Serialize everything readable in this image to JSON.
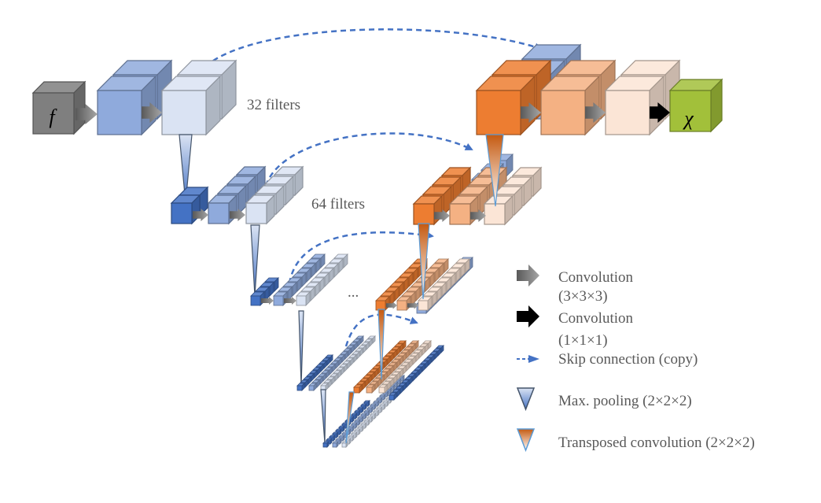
{
  "title": "3D U-Net architecture diagram",
  "colors": {
    "input": "#7f7f7f",
    "enc_dark": "#4472c4",
    "enc_mid": "#8faadc",
    "enc_light": "#dae3f3",
    "dec_dark": "#ed7d31",
    "dec_mid": "#f4b183",
    "dec_light": "#fbe5d6",
    "output": "#a2c03a",
    "skip": "#4472c4",
    "text": "#595959"
  },
  "input_block": {
    "symbol": "f"
  },
  "output_block": {
    "symbol": "χ"
  },
  "level_labels": [
    {
      "text": "32 filters"
    },
    {
      "text": "64 filters"
    }
  ],
  "ellipsis": "...",
  "legend": [
    {
      "icon": "gray-arrow-icon",
      "line1": "Convolution",
      "line2": "(3×3×3)"
    },
    {
      "icon": "black-arrow-icon",
      "line1": "Convolution",
      "line2": "(1×1×1)"
    },
    {
      "icon": "dashed-arrow-icon",
      "line1": "Skip connection (copy)",
      "line2": ""
    },
    {
      "icon": "blue-triangle-icon",
      "line1": "Max. pooling (2×2×2)",
      "line2": ""
    },
    {
      "icon": "orange-triangle-icon",
      "line1": "Transposed convolution (2×2×2)",
      "line2": ""
    }
  ]
}
